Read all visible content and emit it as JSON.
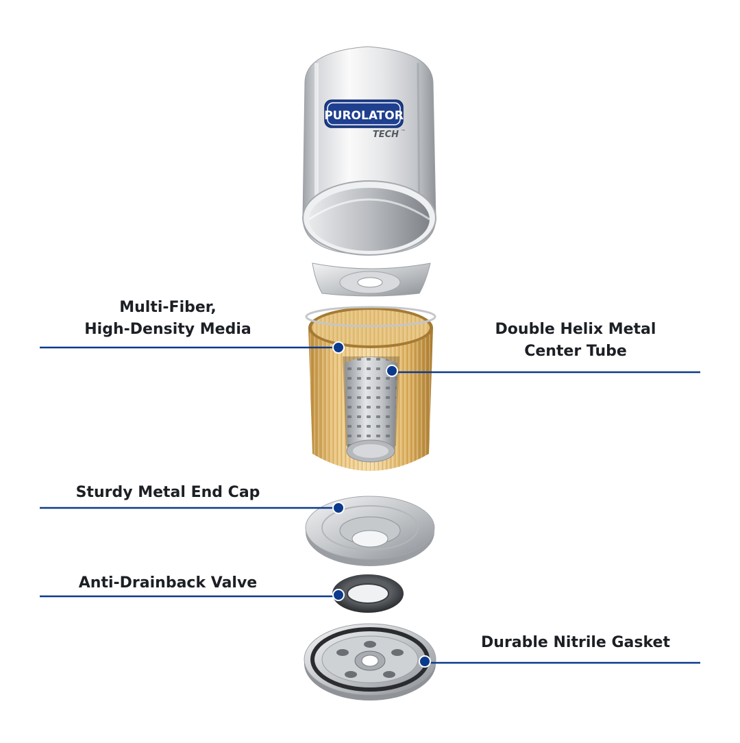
{
  "brand": {
    "name": "PUROLATOR",
    "sub": "TECH",
    "tm": "™"
  },
  "callouts": {
    "media_line1": "Multi-Fiber,",
    "media_line2": "High-Density Media",
    "tube_line1": "Double Helix Metal",
    "tube_line2": "Center Tube",
    "end_cap": "Sturdy Metal End Cap",
    "valve": "Anti-Drainback Valve",
    "gasket": "Durable Nitrile Gasket"
  },
  "colors": {
    "leader": "#0b3a8c",
    "brand_blue": "#1f3f8f",
    "media_gold": "#d9a84a",
    "metal": "#c9cbce"
  }
}
